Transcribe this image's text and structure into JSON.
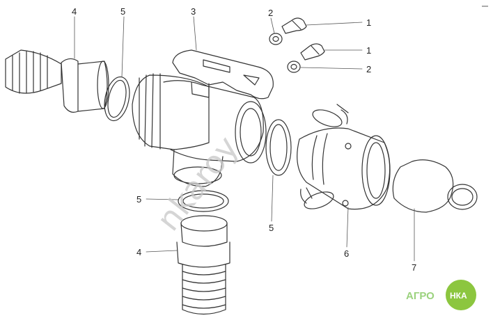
{
  "callouts": {
    "c4_top": "4",
    "c5_top": "5",
    "c3": "3",
    "c2_top": "2",
    "c1_top": "1",
    "c1_mid": "1",
    "c2_mid": "2",
    "c5_left": "5",
    "c4_left": "4",
    "c5_mid": "5",
    "c6": "6",
    "c7": "7"
  },
  "watermark": {
    "text": "nkaroy"
  },
  "logo": {
    "left_text": "АГРО",
    "right_text": "НКА"
  },
  "colors": {
    "line": "#333333",
    "logo_green": "#8cc63f",
    "watermark": "#c8c8c8"
  }
}
